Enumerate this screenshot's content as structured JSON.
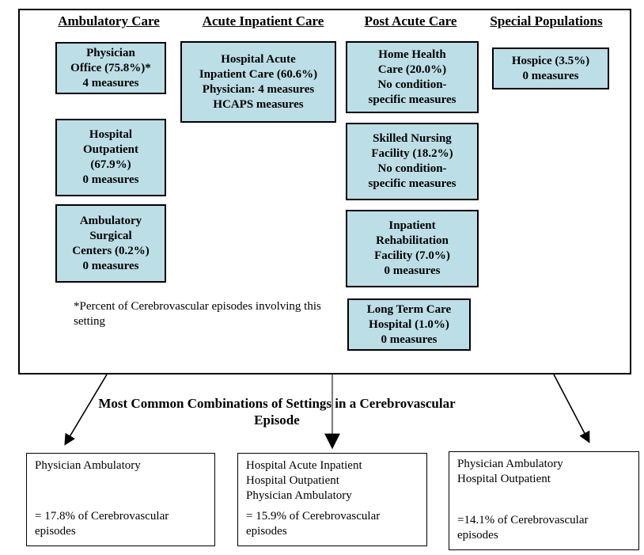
{
  "columns": [
    {
      "header": "Ambulatory Care",
      "boxes": [
        {
          "text": "Physician\nOffice (75.8%)*\n4 measures"
        },
        {
          "text": "Hospital\nOutpatient\n(67.9%)\n0 measures"
        },
        {
          "text": "Ambulatory\nSurgical\nCenters (0.2%)\n0 measures"
        }
      ]
    },
    {
      "header": "Acute Inpatient Care",
      "boxes": [
        {
          "text": "Hospital Acute\nInpatient Care (60.6%)\nPhysician: 4 measures\nHCAPS measures"
        }
      ]
    },
    {
      "header": "Post Acute Care",
      "boxes": [
        {
          "text": "Home Health\nCare (20.0%)\nNo condition-\nspecific measures"
        },
        {
          "text": "Skilled Nursing\nFacility (18.2%)\nNo condition-\nspecific measures"
        },
        {
          "text": "Inpatient\nRehabilitation\nFacility (7.0%)\n0 measures"
        },
        {
          "text": "Long Term Care\nHospital (1.0%)\n0 measures"
        }
      ]
    },
    {
      "header": "Special Populations",
      "boxes": [
        {
          "text": "Hospice (3.5%)\n0 measures"
        }
      ]
    }
  ],
  "footnote": "*Percent of Cerebrovascular episodes involving this\nsetting",
  "combinations": {
    "title": "Most Common Combinations of Settings in a Cerebrovascular Episode",
    "boxes": [
      {
        "settings": "Physician Ambulatory",
        "share": "= 17.8% of Cerebrovascular\nepisodes"
      },
      {
        "settings": "Hospital Acute Inpatient\nHospital Outpatient\nPhysician Ambulatory",
        "share": "= 15.9% of Cerebrovascular\nepisodes"
      },
      {
        "settings": "Physician Ambulatory\nHospital Outpatient",
        "share": "=14.1% of Cerebrovascular\nepisodes"
      }
    ]
  },
  "colors": {
    "box_fill": "#BCDEE6",
    "box_border": "#000000",
    "arrow": "#000000",
    "middle_arrow_shaft": "#808080"
  }
}
